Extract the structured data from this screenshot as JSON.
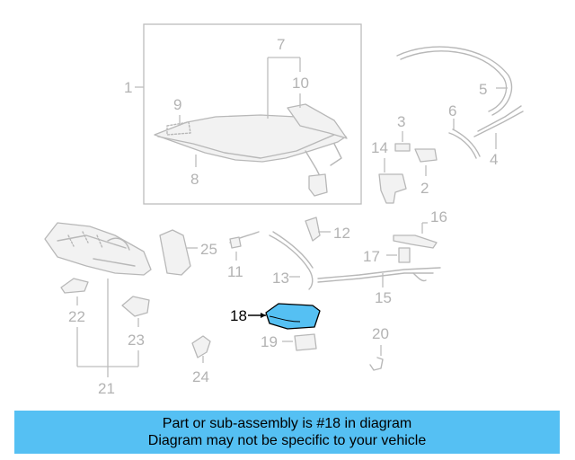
{
  "callouts": {
    "n1": "1",
    "n2": "2",
    "n3": "3",
    "n4": "4",
    "n5": "5",
    "n6": "6",
    "n7": "7",
    "n8": "8",
    "n9": "9",
    "n10": "10",
    "n11": "11",
    "n12": "12",
    "n13": "13",
    "n14": "14",
    "n15": "15",
    "n16": "16",
    "n17": "17",
    "n18": "18",
    "n19": "19",
    "n20": "20",
    "n21": "21",
    "n22": "22",
    "n23": "23",
    "n24": "24",
    "n25": "25"
  },
  "highlighted_part": "18",
  "colors": {
    "highlight_fill": "#55c0f3",
    "banner_bg": "#55c0f3",
    "part_line": "#b8b8b8",
    "callout_text": "#b3b3b3"
  },
  "banner": {
    "line1": "Part or sub-assembly is #18 in diagram",
    "line2": "Diagram may not be specific to your vehicle"
  }
}
